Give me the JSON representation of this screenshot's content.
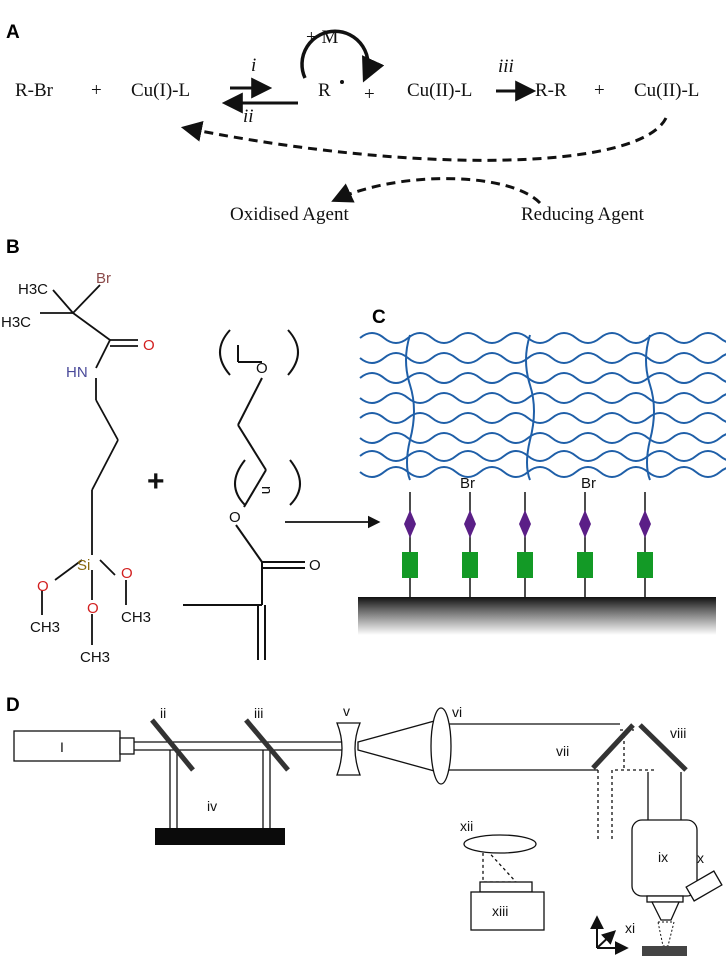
{
  "panels": {
    "a": "A",
    "b": "B",
    "c": "C",
    "d": "D"
  },
  "scheme_a": {
    "monomer": "+ M",
    "rbr": "R-Br",
    "plus": "+",
    "cu1": "Cu(I)-L",
    "step_i": "i",
    "step_ii": "ii",
    "step_iii": "iii",
    "radical": "R",
    "cu2_first": "Cu(II)-L",
    "rr": "R-R",
    "cu2_second": "Cu(II)-L",
    "oxidised": "Oxidised Agent",
    "reducing": "Reducing Agent"
  },
  "scheme_b": {
    "br": "Br",
    "h3c_upper": "H3C",
    "h3c_lower": "H3C",
    "o_carbonyl": "O",
    "hn": "HN",
    "si": "Si",
    "o_left": "O",
    "o_right": "O",
    "o_bottom": "O",
    "ch3_left": "CH3",
    "ch3_right": "CH3",
    "ch3_bottom": "CH3",
    "plus": "+",
    "peg_o_top": "O",
    "peg_o_ester": "O",
    "peg_n": "n",
    "peg_o_carbonyl": "O"
  },
  "scheme_c": {
    "br_1": "Br",
    "br_2": "Br",
    "colors": {
      "polymer": "#1f5fa8",
      "initiator": "#5b1f87",
      "silane": "#139a26"
    }
  },
  "scheme_d": {
    "labels": {
      "i": "I",
      "ii": "ii",
      "iii": "iii",
      "iv": "iv",
      "v": "v",
      "vi": "vi",
      "vii": "vii",
      "viii": "viii",
      "ix": "ix",
      "x": "x",
      "xi": "xi",
      "xii": "xii",
      "xiii": "xiii"
    }
  }
}
